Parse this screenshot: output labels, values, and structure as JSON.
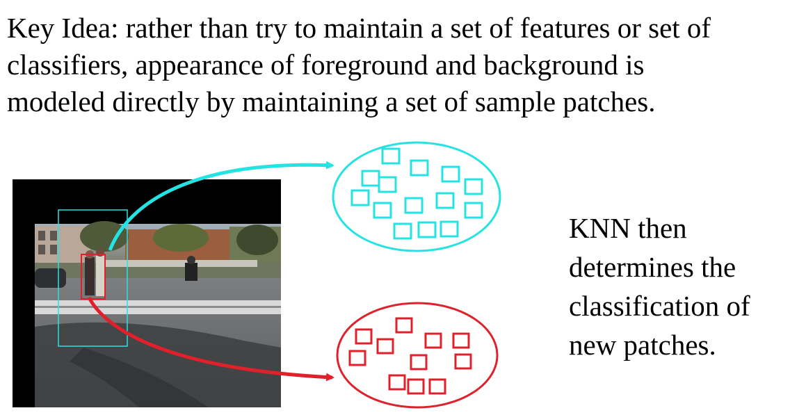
{
  "heading": {
    "lines": [
      "Key Idea: rather than try to maintain a set of features or set of",
      "classifiers, appearance of foreground and background is",
      "modeled directly by maintaining a set of sample patches."
    ]
  },
  "note": {
    "lines": [
      "KNN then",
      "determines the",
      "classification of",
      "new patches."
    ]
  },
  "colors": {
    "foreground": "#26e3e3",
    "background": "#e0202a",
    "frame": "#000000"
  }
}
